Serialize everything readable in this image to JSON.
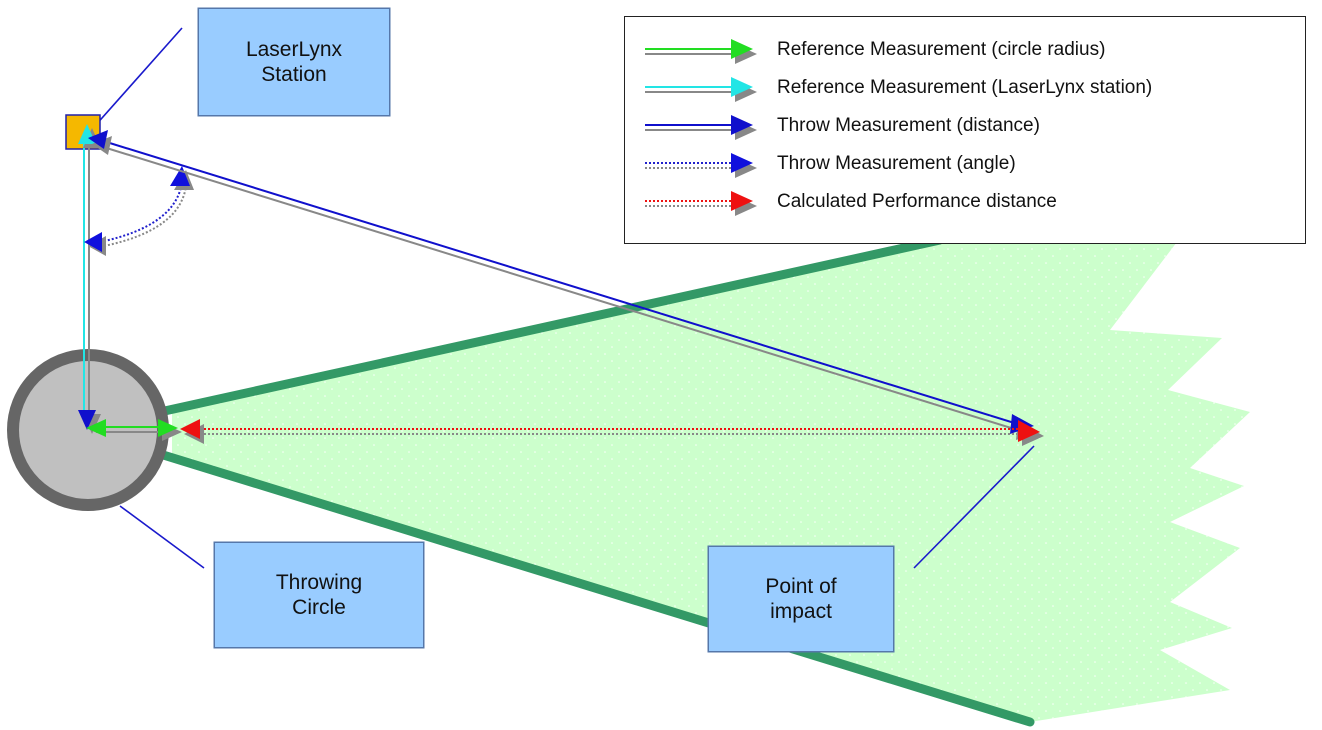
{
  "labels": {
    "station": "LaserLynx\nStation",
    "circle": "Throwing\nCircle",
    "impact": "Point of\nimpact"
  },
  "legend": [
    {
      "text": "Reference Measurement (circle radius)",
      "color": "#22dd22",
      "style": "solid"
    },
    {
      "text": "Reference Measurement (LaserLynx station)",
      "color": "#22e5e5",
      "style": "solid"
    },
    {
      "text": "Throw Measurement (distance)",
      "color": "#1010cc",
      "style": "solid"
    },
    {
      "text": "Throw Measurement (angle)",
      "color": "#2020cc",
      "style": "dotted"
    },
    {
      "text": "Calculated Performance distance",
      "color": "#ee1111",
      "style": "dotted"
    }
  ],
  "colors": {
    "sector_fill": "#ccffcc",
    "sector_line": "#339966",
    "circle_ring": "#666666",
    "circle_fill": "#c0c0c0",
    "station": "#f5b800",
    "label_box": "#99ccff",
    "callout_line": "#1a1acc",
    "arrow_shadow": "#888888"
  }
}
